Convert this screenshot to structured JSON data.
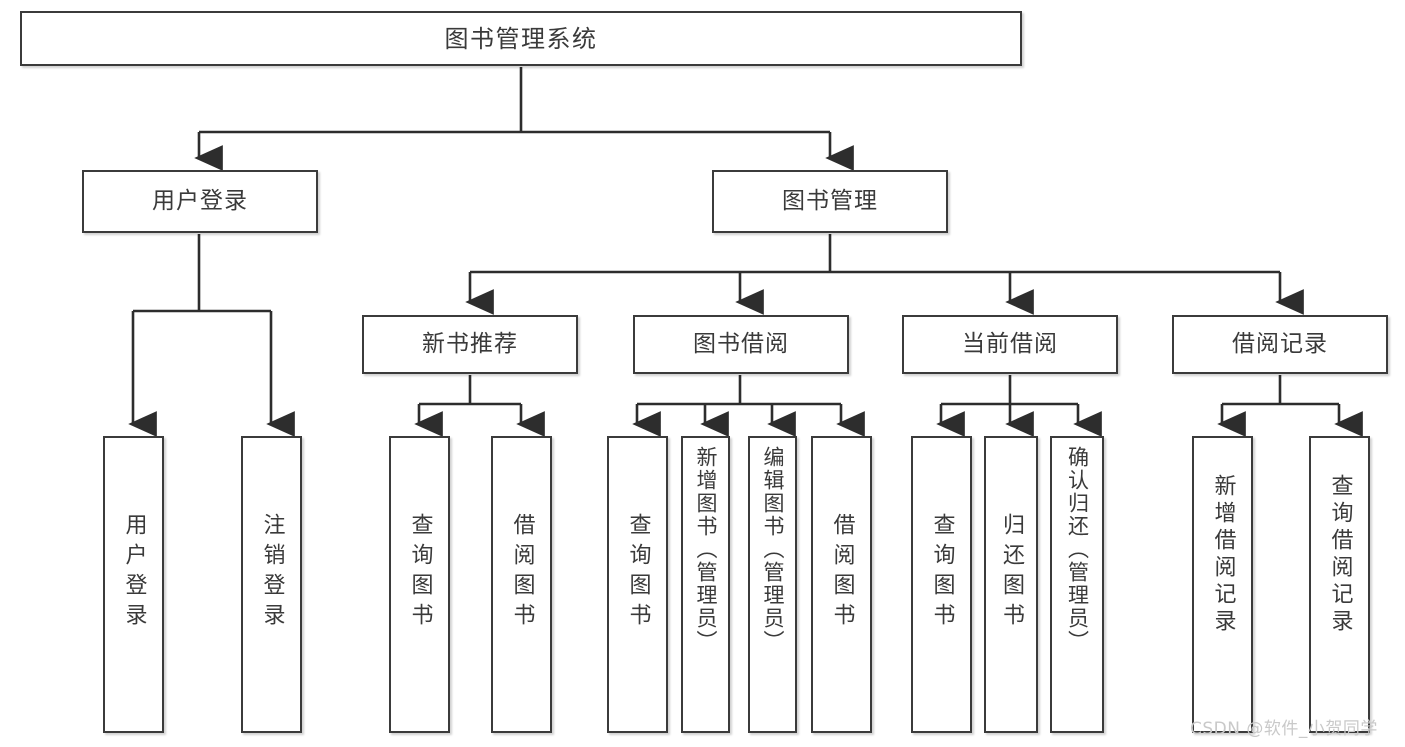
{
  "diagram": {
    "title": "图书管理系统",
    "type": "tree-hierarchy",
    "watermark": "CSDN @软件_小贺同学",
    "colors": {
      "box_border": "#3b3b3b",
      "box_fill": "#ffffff",
      "text": "#3a3a3a",
      "connector": "#2d2d2d",
      "watermark": "#c9c9c9",
      "background": "#ffffff"
    },
    "nodes": {
      "root": {
        "label": "图书管理系统"
      },
      "level2": [
        {
          "id": "user-login",
          "label": "用户登录"
        },
        {
          "id": "book-manage",
          "label": "图书管理"
        }
      ],
      "level3": [
        {
          "id": "new-book-recommend",
          "label": "新书推荐"
        },
        {
          "id": "book-borrow",
          "label": "图书借阅"
        },
        {
          "id": "current-borrow",
          "label": "当前借阅"
        },
        {
          "id": "borrow-record",
          "label": "借阅记录"
        }
      ],
      "leaves": {
        "user-login": [
          {
            "id": "leaf-user-login",
            "label": "用户登录"
          },
          {
            "id": "leaf-logout-login",
            "label": "注销登录"
          }
        ],
        "new-book-recommend": [
          {
            "id": "leaf-query-book-1",
            "label": "查询图书"
          },
          {
            "id": "leaf-borrow-book-1",
            "label": "借阅图书"
          }
        ],
        "book-borrow": [
          {
            "id": "leaf-query-book-2",
            "label": "查询图书"
          },
          {
            "id": "leaf-add-book",
            "label": "新增图书（管理员）"
          },
          {
            "id": "leaf-edit-book",
            "label": "编辑图书（管理员）"
          },
          {
            "id": "leaf-borrow-book-2",
            "label": "借阅图书"
          }
        ],
        "current-borrow": [
          {
            "id": "leaf-query-book-3",
            "label": "查询图书"
          },
          {
            "id": "leaf-return-book",
            "label": "归还图书"
          },
          {
            "id": "leaf-confirm-return",
            "label": "确认归还（管理员）"
          }
        ],
        "borrow-record": [
          {
            "id": "leaf-add-record",
            "label": "新增借阅记录"
          },
          {
            "id": "leaf-query-record",
            "label": "查询借阅记录"
          }
        ]
      }
    }
  }
}
